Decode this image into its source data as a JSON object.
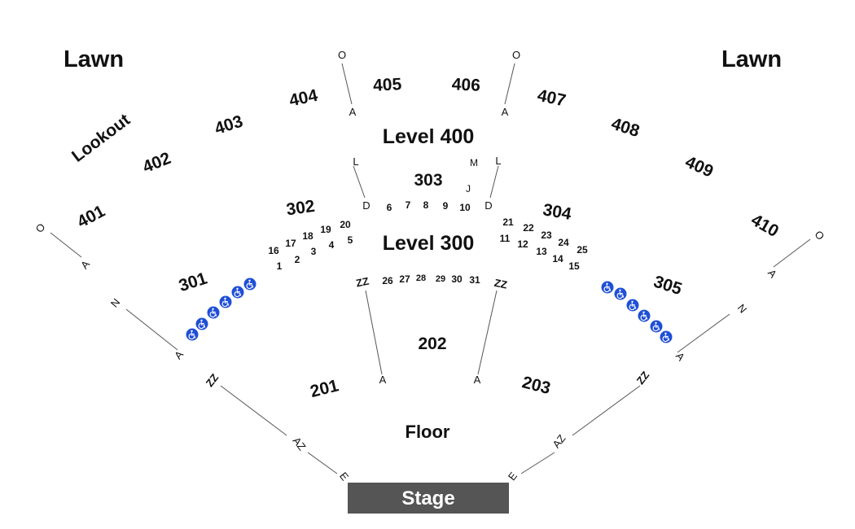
{
  "areas": {
    "lawn_left": "Lawn",
    "lawn_right": "Lawn",
    "lookout": "Lookout",
    "level400": "Level 400",
    "level300": "Level 300",
    "floor": "Floor",
    "stage": "Stage"
  },
  "sections": {
    "s401": "401",
    "s402": "402",
    "s403": "403",
    "s404": "404",
    "s405": "405",
    "s406": "406",
    "s407": "407",
    "s408": "408",
    "s409": "409",
    "s410": "410",
    "s301": "301",
    "s302": "302",
    "s303": "303",
    "s304": "304",
    "s305": "305",
    "s201": "201",
    "s202": "202",
    "s203": "203"
  },
  "rows": {
    "o": "O",
    "a": "A",
    "n": "N",
    "l": "L",
    "d": "D",
    "m": "M",
    "j": "J",
    "zz": "ZZ",
    "az": "AZ",
    "e": "E"
  },
  "seats_302": [
    "1",
    "2",
    "3",
    "4",
    "5",
    "16",
    "17",
    "18",
    "19",
    "20"
  ],
  "seats_303": [
    "6",
    "7",
    "8",
    "9",
    "10"
  ],
  "seats_304": [
    "11",
    "12",
    "13",
    "14",
    "15",
    "21",
    "22",
    "23",
    "24",
    "25"
  ],
  "seats_202": [
    "26",
    "27",
    "28",
    "29",
    "30",
    "31"
  ],
  "colors": {
    "accessible": "#1f4fd6",
    "stage": "#555555",
    "aisle": "#555555"
  },
  "icons": {
    "accessible": "wheelchair-icon"
  }
}
